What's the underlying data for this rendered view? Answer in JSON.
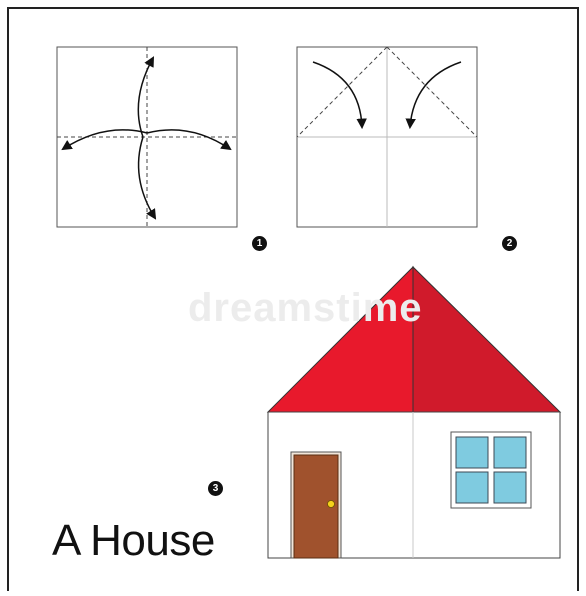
{
  "title": "A House",
  "watermark": "dreamstime",
  "steps": [
    "1",
    "2",
    "3"
  ],
  "colors": {
    "roof_left": "#e8192c",
    "roof_right": "#d01a2b",
    "door": "#a0522d",
    "door_knob": "#f5d21b",
    "window_glass": "#7fcbe0",
    "outline": "#333333"
  }
}
